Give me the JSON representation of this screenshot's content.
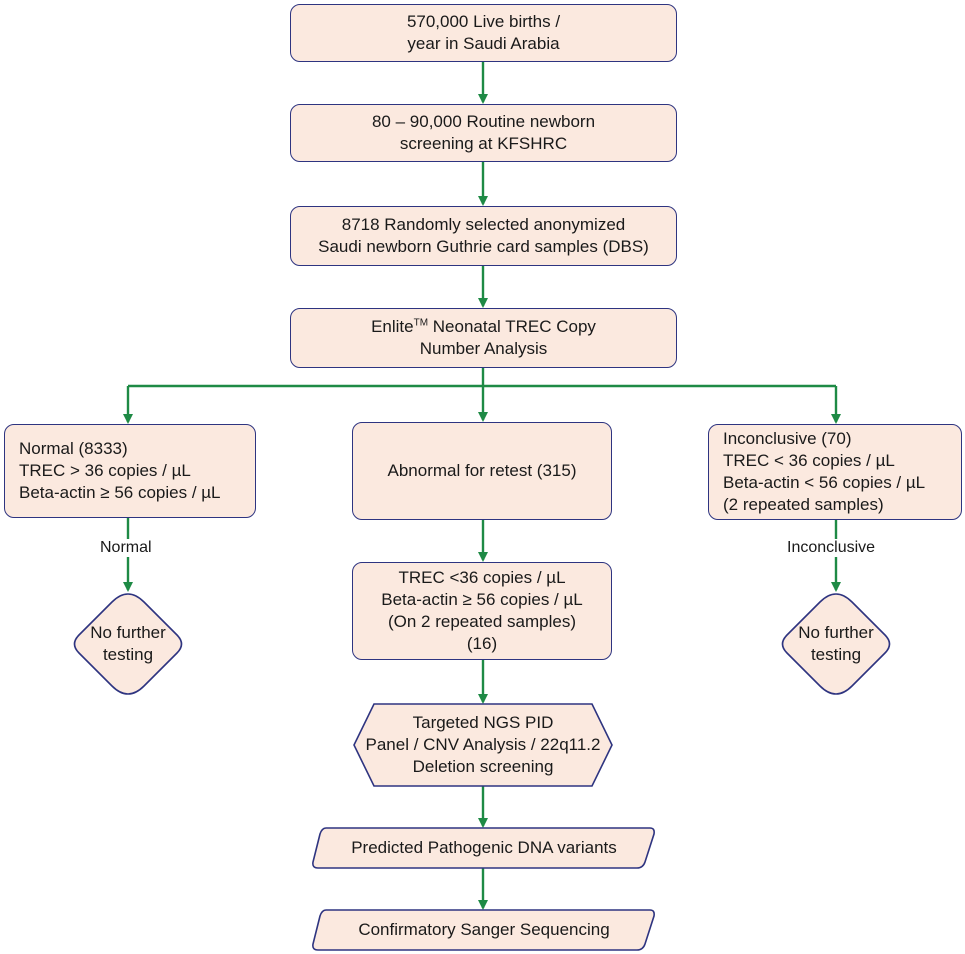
{
  "steps": {
    "births": [
      "570,000 Live births /",
      "year in Saudi Arabia"
    ],
    "routine": [
      "80 – 90,000 Routine newborn",
      "screening at KFSHRC"
    ],
    "samples": [
      "8718 Randomly selected anonymized",
      "Saudi newborn Guthrie card samples (DBS)"
    ],
    "analysis": {
      "brand": "Enlite",
      "superscript": "TM",
      "line1_rest": " Neonatal TREC Copy",
      "line2": "Number Analysis"
    }
  },
  "branches": {
    "normal": {
      "lines": [
        "Normal (8333)",
        "TREC > 36 copies / µL",
        "Beta-actin ≥ 56 copies / µL"
      ],
      "edge_label": "Normal",
      "outcome": [
        "No further",
        "testing"
      ]
    },
    "abnormal": {
      "lines": [
        "Abnormal for retest (315)"
      ]
    },
    "inconclusive": {
      "lines": [
        "Inconclusive (70)",
        "TREC < 36 copies / µL",
        "Beta-actin < 56 copies / µL",
        "(2 repeated samples)"
      ],
      "edge_label": "Inconclusive",
      "outcome": [
        "No further",
        "testing"
      ]
    }
  },
  "retest": [
    "TREC <36 copies / µL",
    "Beta-actin ≥ 56 copies / µL",
    "(On 2 repeated samples)",
    "(16)"
  ],
  "ngs": [
    "Targeted NGS PID",
    "Panel / CNV Analysis / 22q11.2",
    "Deletion screening"
  ],
  "variants": "Predicted Pathogenic DNA variants",
  "sanger": "Confirmatory Sanger Sequencing",
  "colors": {
    "arrow": "#1e8a45",
    "border": "#2e3480",
    "fill": "#fbe9df"
  }
}
